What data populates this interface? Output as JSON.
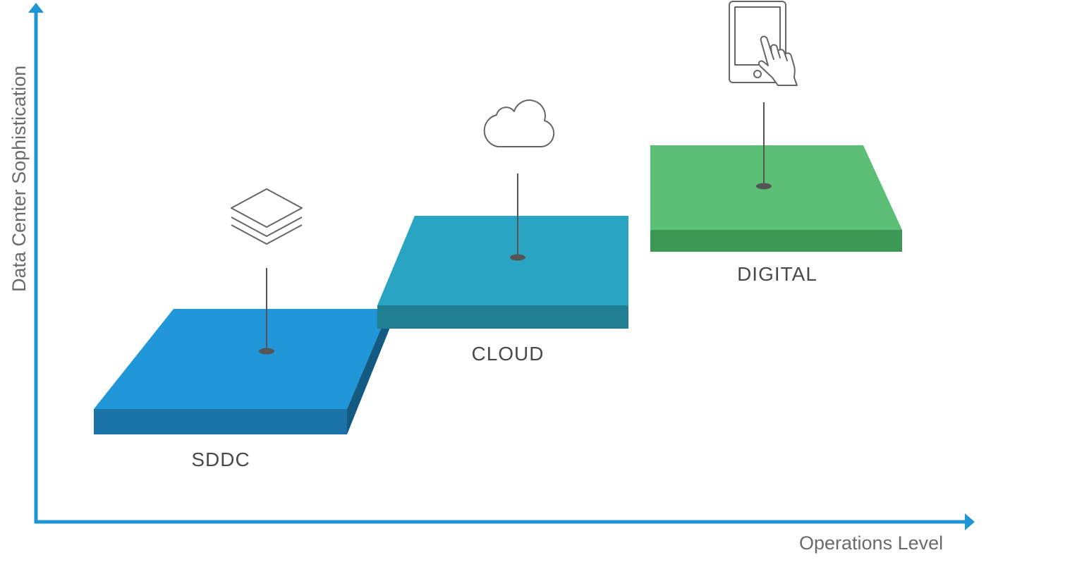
{
  "axes": {
    "x_label": "Operations Level",
    "y_label": "Data Center Sophistication",
    "color": "#1e96d6"
  },
  "stages": [
    {
      "label": "SDDC",
      "icon": "layers-icon",
      "top_color": "#2196d8",
      "front_color": "#1a73a6",
      "side_color": "#135a82"
    },
    {
      "label": "CLOUD",
      "icon": "cloud-icon",
      "top_color": "#29a5c3",
      "front_color": "#1f7e92"
    },
    {
      "label": "DIGITAL",
      "icon": "tablet-touch-icon",
      "top_color": "#5bbf75",
      "front_color": "#3c9855"
    }
  ]
}
